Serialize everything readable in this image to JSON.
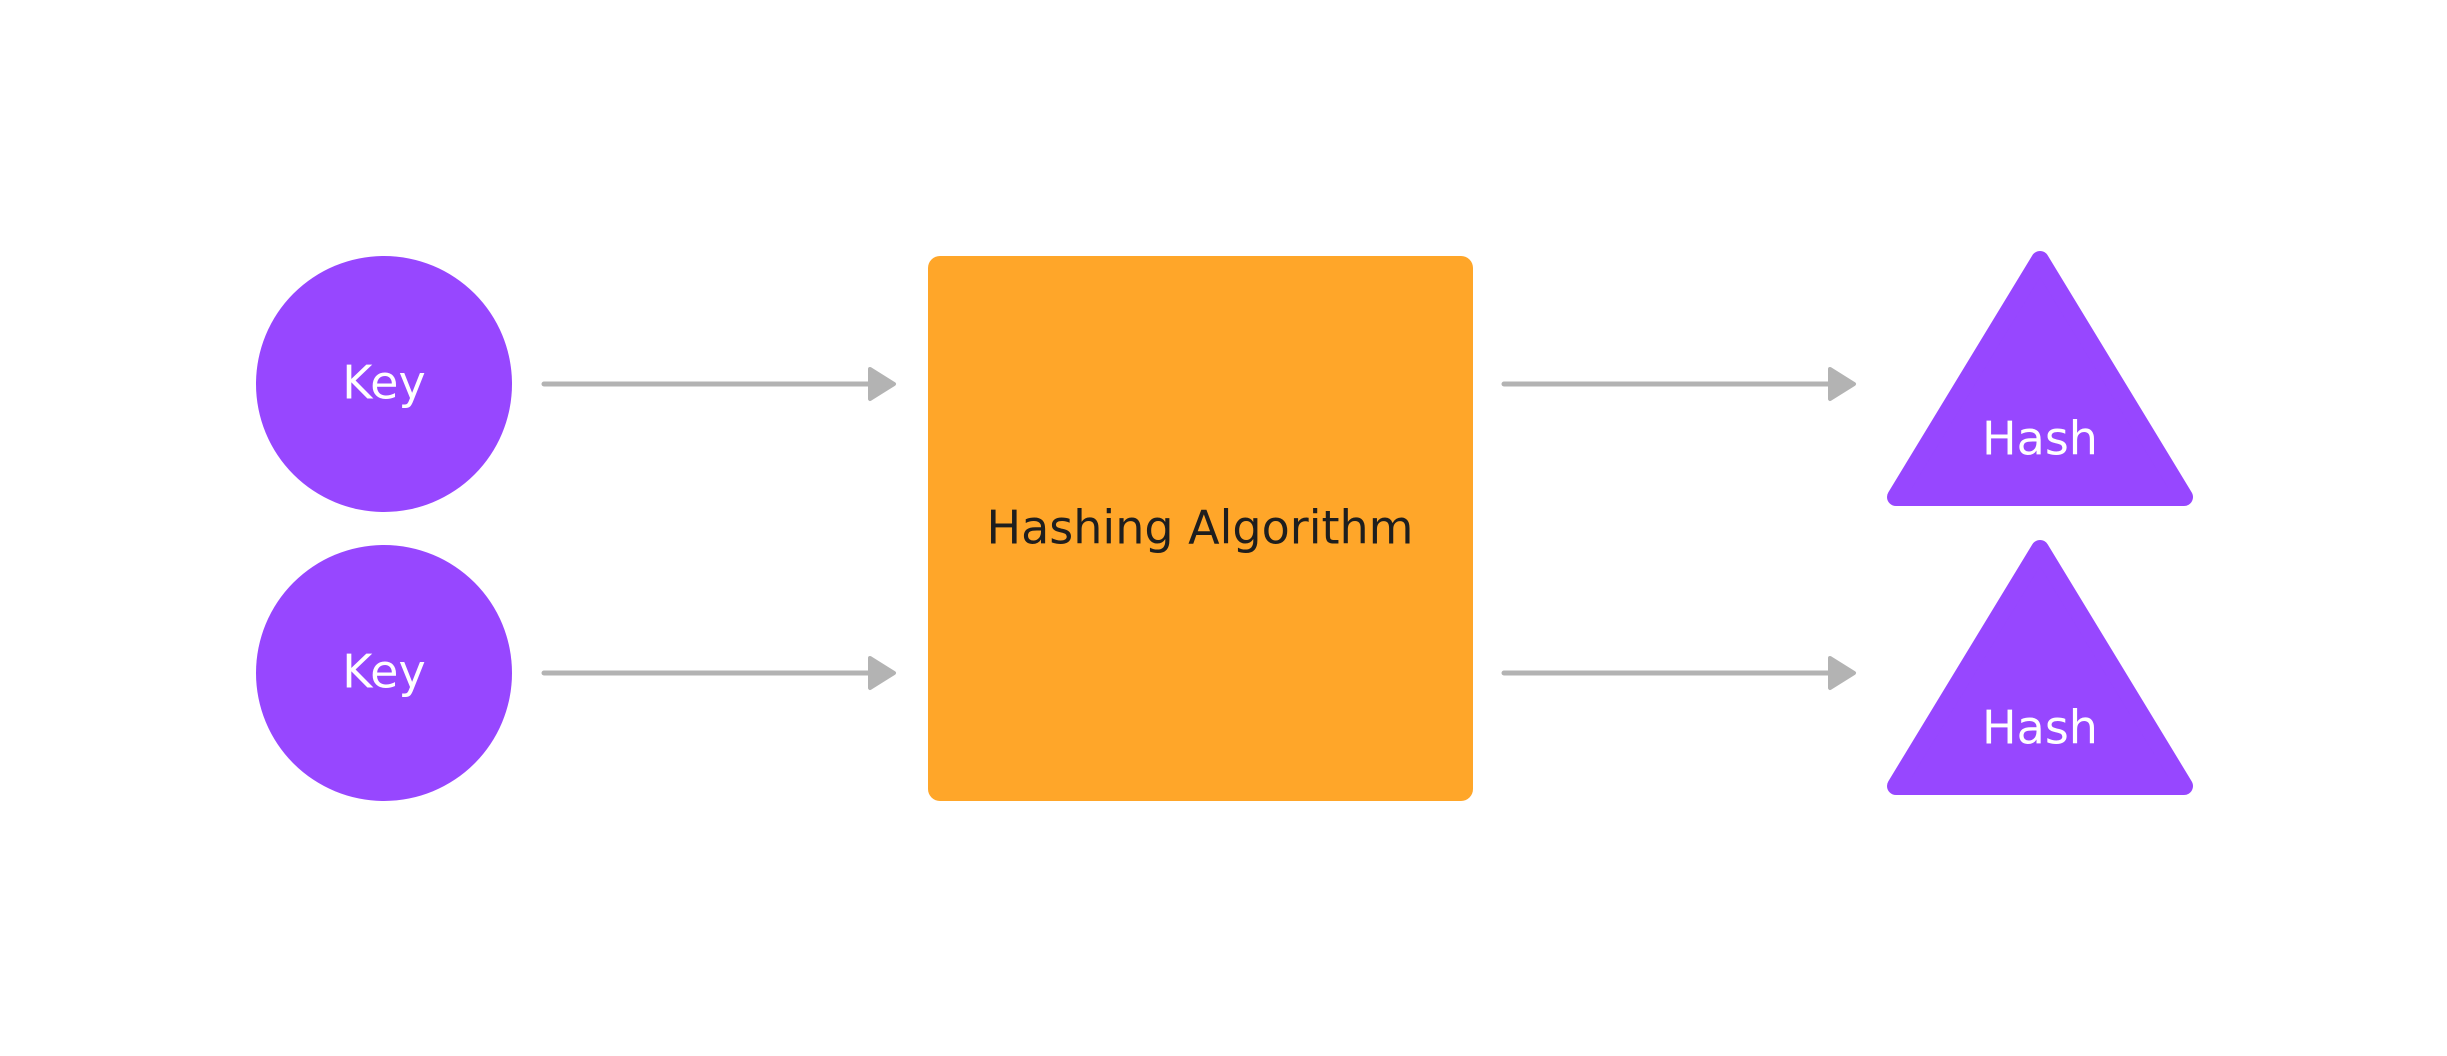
{
  "colors": {
    "background": "#ffffff",
    "key_fill": "#9747ff",
    "hash_fill": "#9747ff",
    "algorithm_fill": "#ffa629",
    "arrow": "#b3b3b3",
    "light_text": "#ffffff",
    "dark_text": "#1e1e1e"
  },
  "keys": [
    {
      "label": "Key"
    },
    {
      "label": "Key"
    }
  ],
  "algorithm": {
    "label": "Hashing Algorithm"
  },
  "hashes": [
    {
      "label": "Hash"
    },
    {
      "label": "Hash"
    }
  ]
}
